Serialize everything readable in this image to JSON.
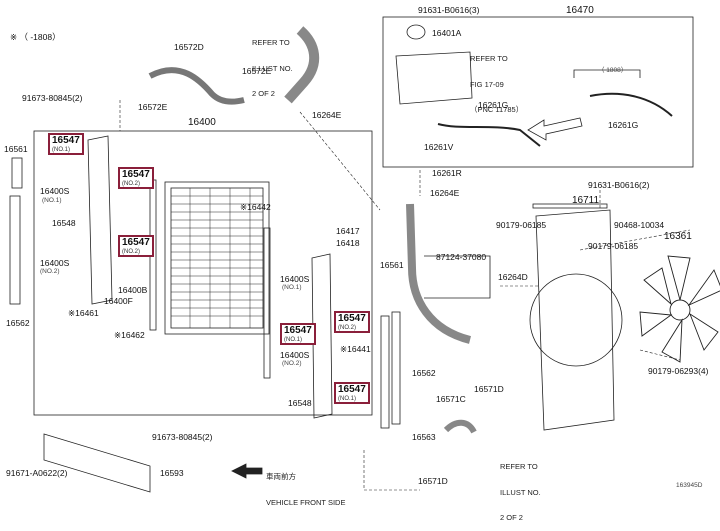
{
  "drawing_id": "163945D",
  "range_note": "※  （     -1808）",
  "upper_range_note": "（     1808）",
  "refer_a": [
    "REFER TO",
    "ILLUST NO.",
    "2 OF 2"
  ],
  "refer_b": [
    "REFER TO",
    "FIG 17-09",
    "（PNC 11785）"
  ],
  "refer_c": [
    "REFER TO",
    "ILLUST NO.",
    "2 OF 2"
  ],
  "front_dir": {
    "jp": "車両前方",
    "en": "VEHICLE FRONT SIDE"
  },
  "parts": {
    "p16572D": "16572D",
    "p16572E": "16572E",
    "p16572Ee": "16572E",
    "p16264E_top": "16264E",
    "p16400": "16400",
    "p91673a": "91673-80845(2)",
    "p16561_l": "16561",
    "p16400S_l": "16400S",
    "p16400S_l_sub": "(NO.1)",
    "p16548_l": "16548",
    "p16400S_l2": "16400S",
    "p16400S_l2_sub": "(NO.2)",
    "p16562_l": "16562",
    "p16461": "※16461",
    "p16400F": "16400F",
    "p16400B": "16400B",
    "p16462": "※16462",
    "p16442": "※16442",
    "p16417": "16417",
    "p16418": "16418",
    "p16400S_r1": "16400S",
    "p16400S_r1_sub": "(NO.1)",
    "p16441": "※16441",
    "p16400S_r2": "16400S",
    "p16400S_r2_sub": "(NO.2)",
    "p16548_r": "16548",
    "p91673b": "91673-80845(2)",
    "p91671": "91671-A0622(2)",
    "p16593": "16593",
    "p91631a": "91631-B0616(3)",
    "p16470": "16470",
    "p16401A": "16401A",
    "p16261G": "16261G",
    "p16261Ge": "16261G",
    "p16261V": "16261V",
    "p16261R": "16261R",
    "p16264E_mid": "16264E",
    "p87124": "87124-37080",
    "p16264D": "16264D",
    "p16561_r": "16561",
    "p16562_r": "16562",
    "p16563": "16563",
    "p16571C": "16571C",
    "p16571D_top": "16571D",
    "p16571D_bot": "16571D",
    "p91631b": "91631-B0616(2)",
    "p16711": "16711",
    "p90179a": "90179-06185",
    "p90468": "90468-10034",
    "p90179b": "90179-06185",
    "p16361": "16361",
    "p90179c": "90179-06293(4)"
  },
  "highlighted": [
    {
      "label": "16547",
      "sub": "(NO.1)"
    },
    {
      "label": "16547",
      "sub": "(NO.2)"
    },
    {
      "label": "16547",
      "sub": "(NO.2)"
    },
    {
      "label": "16547",
      "sub": "(NO.1)"
    },
    {
      "label": "16547",
      "sub": "(NO.2)"
    },
    {
      "label": "16547",
      "sub": "(NO.1)"
    }
  ],
  "colors": {
    "highlight_border": "#8a1f3a",
    "line": "#222222"
  }
}
